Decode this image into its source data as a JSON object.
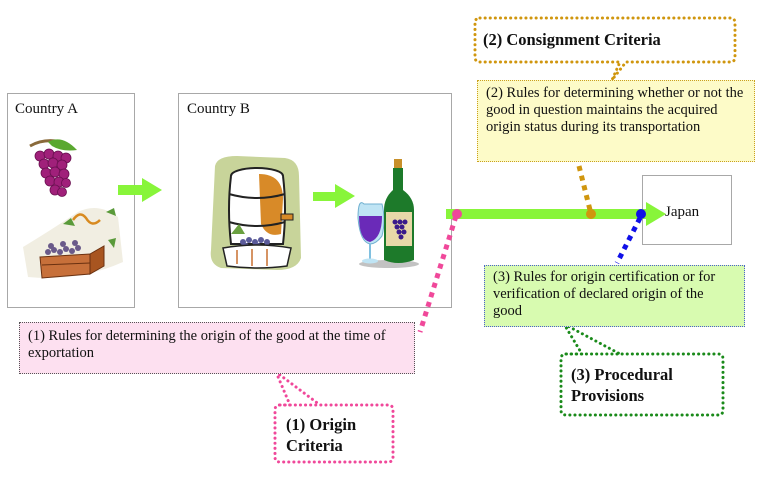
{
  "diagram": {
    "countries": {
      "a": {
        "label": "Country A"
      },
      "b": {
        "label": "Country B"
      },
      "destination": {
        "label": "Japan"
      }
    },
    "notes": {
      "origin_rules": "(1) Rules for determining the origin of the good at the time of exportation",
      "consignment_rules": "(2) Rules for determining whether or not the good in question maintains the acquired origin status during its transportation",
      "procedural_rules": "(3) Rules for origin certification or for verification of declared origin of the good"
    },
    "callouts": {
      "origin": {
        "line1": "(1) Origin",
        "line2": "Criteria"
      },
      "consignment": {
        "text": "(2) Consignment Criteria"
      },
      "procedural": {
        "line1": "(3) Procedural",
        "line2": "Provisions"
      }
    },
    "colors": {
      "arrow": "#88f53a",
      "origin": "#f0489a",
      "consignment": "#d0960e",
      "procedural": "#1010e8",
      "procedural_callout": "#1a8a1a"
    }
  }
}
